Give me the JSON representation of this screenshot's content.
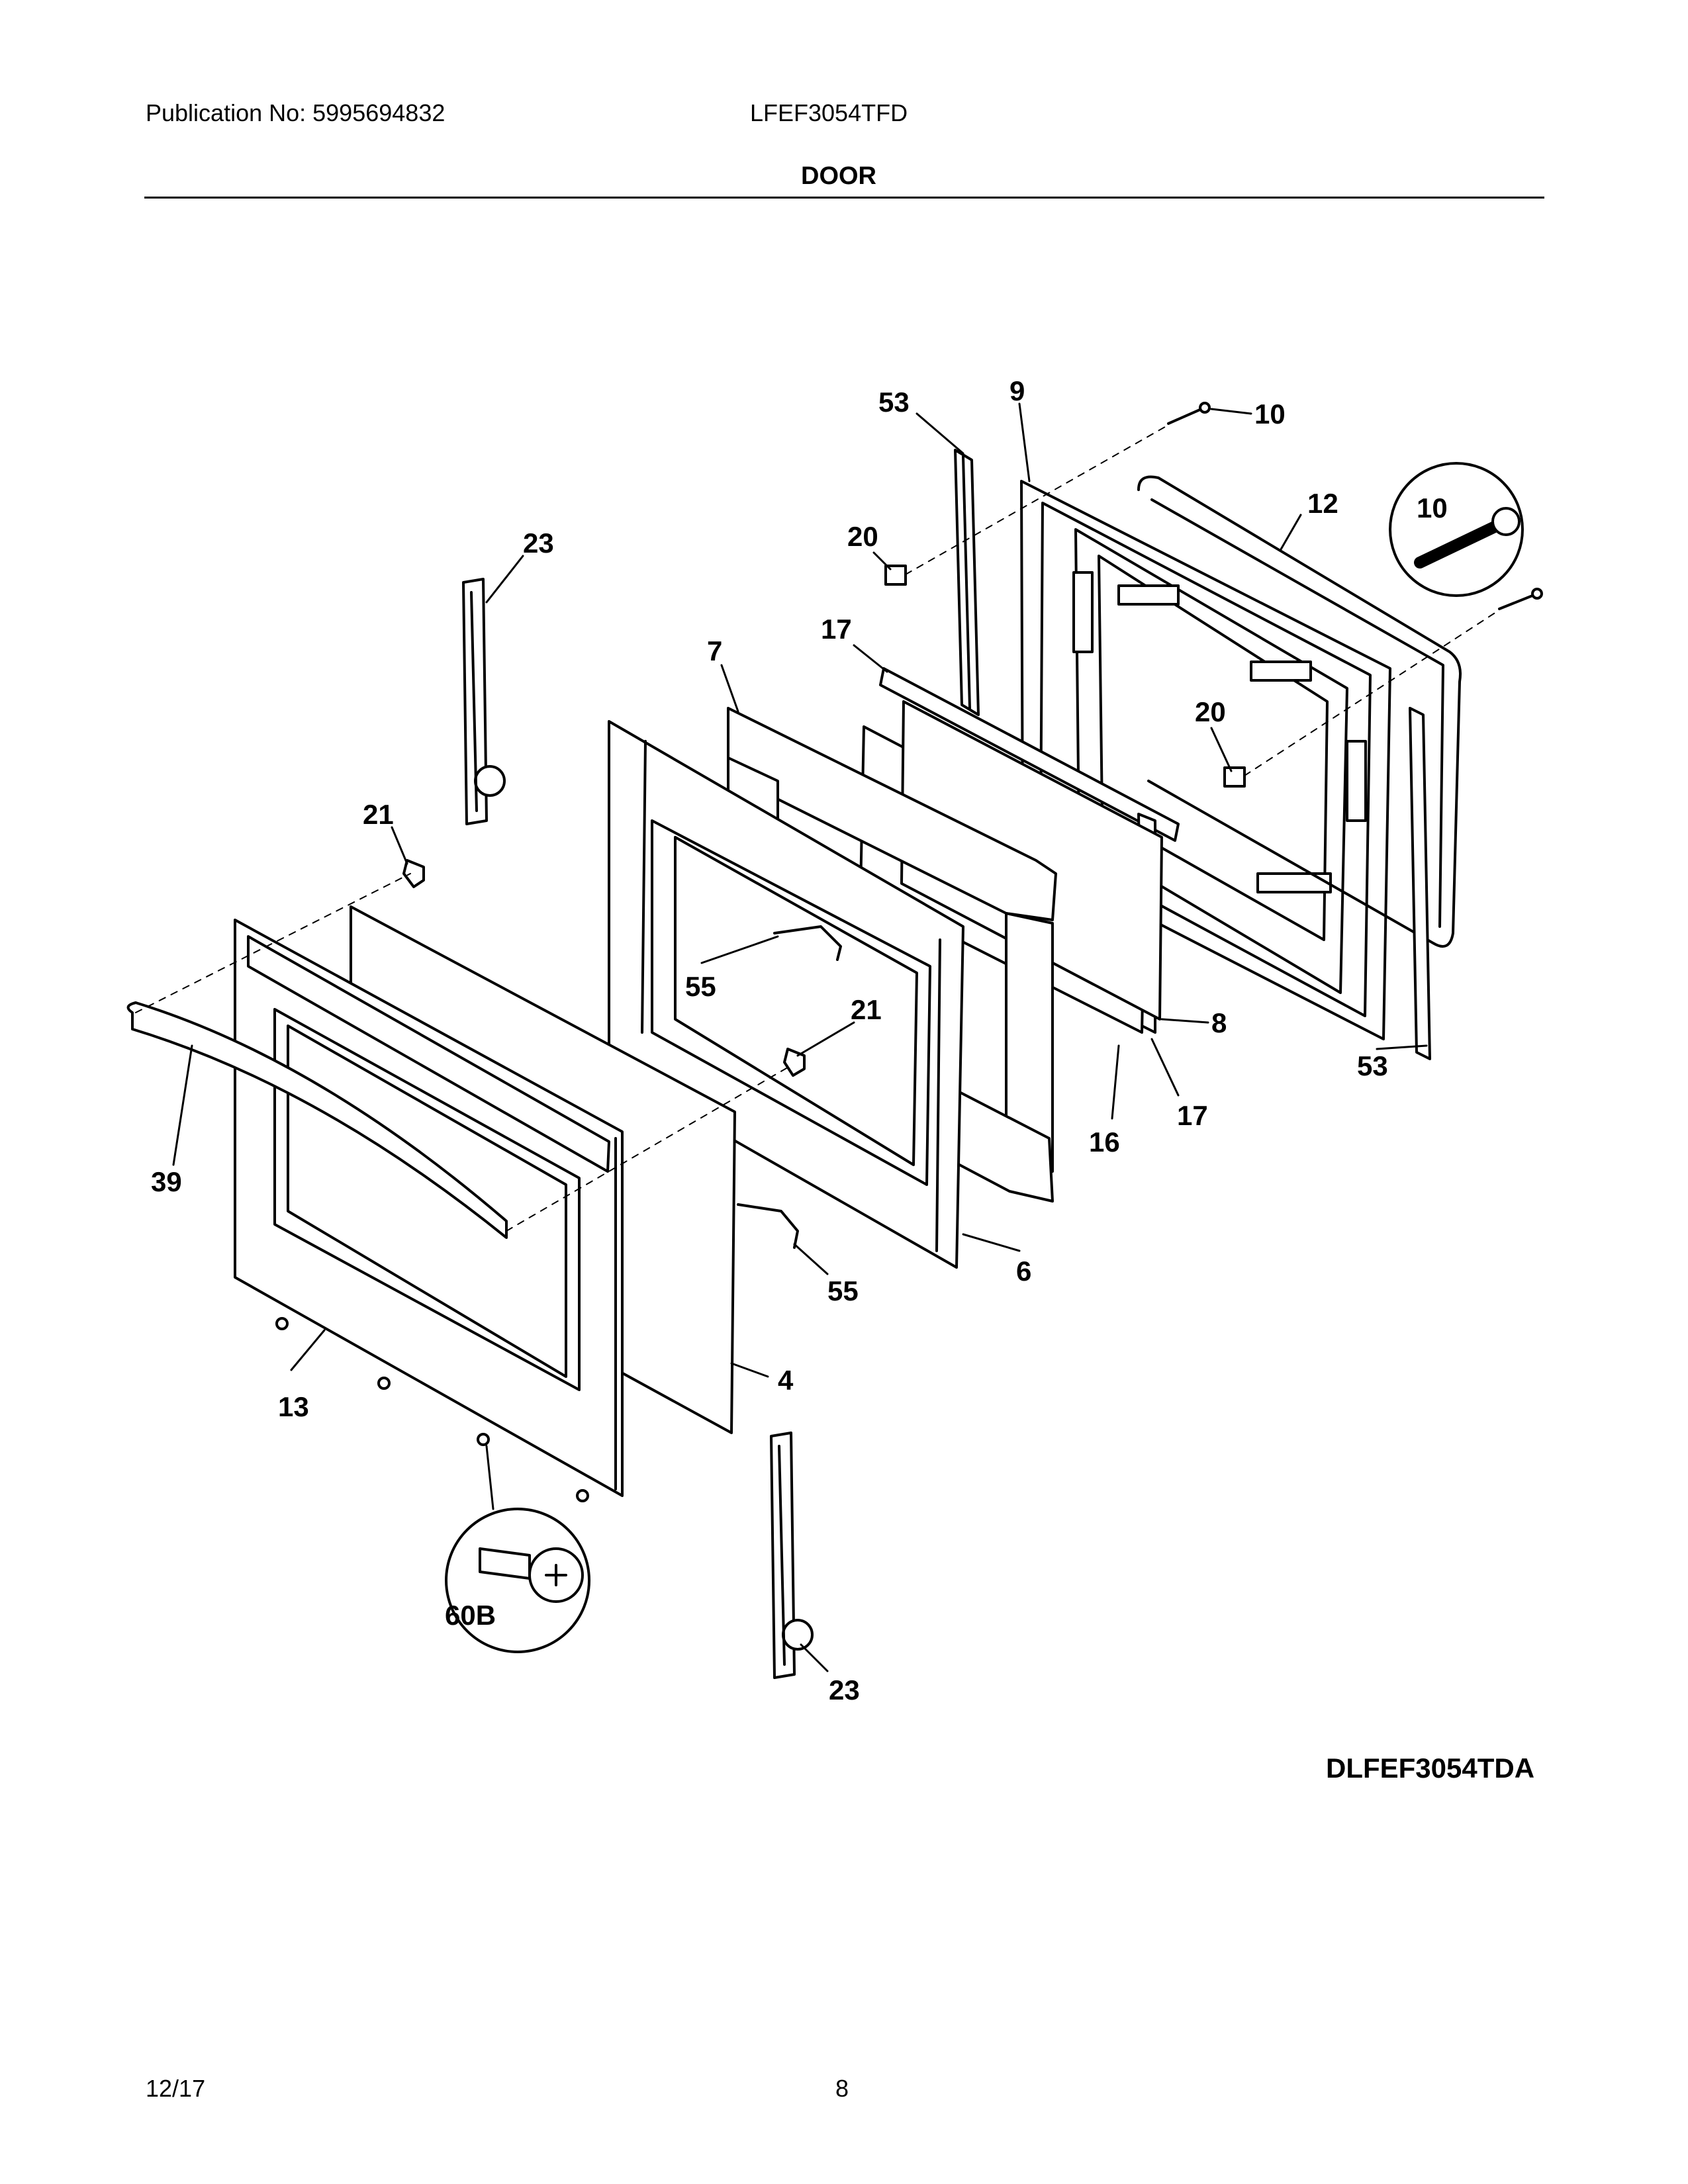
{
  "header": {
    "publication": "Publication No: 5995694832",
    "model": "LFEF3054TFD",
    "section_title": "DOOR"
  },
  "diagram_id": "DLFEF3054TDA",
  "footer": {
    "date": "12/17",
    "page": "8"
  },
  "callouts": {
    "c53a": "53",
    "c9": "9",
    "c10a": "10",
    "c12": "12",
    "c10bubble": "10",
    "c20a": "20",
    "c23a": "23",
    "c17a": "17",
    "c7": "7",
    "c20b": "20",
    "c21a": "21",
    "c55a": "55",
    "c21b": "21",
    "c8": "8",
    "c53b": "53",
    "c17b": "17",
    "c16": "16",
    "c39": "39",
    "c6": "6",
    "c55b": "55",
    "c4": "4",
    "c13": "13",
    "c60b": "60B",
    "c23b": "23"
  }
}
